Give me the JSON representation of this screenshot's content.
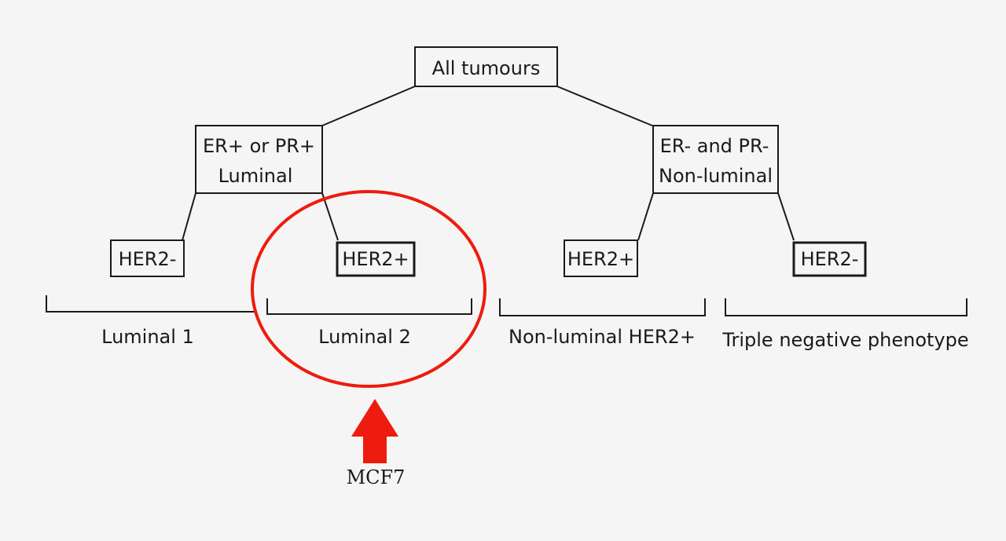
{
  "nodes": {
    "root": "All tumours",
    "left_line1": "ER+ or PR+",
    "left_line2": "Luminal",
    "right_line1": "ER- and PR-",
    "right_line2": "Non-luminal",
    "ll": "HER2-",
    "lr": "HER2+",
    "rl": "HER2+",
    "rr": "HER2-"
  },
  "groups": {
    "g1": "Luminal 1",
    "g2": "Luminal 2",
    "g3": "Non-luminal HER2+",
    "g4": "Triple negative phenotype"
  },
  "annotation": {
    "label": "MCF7"
  },
  "colors": {
    "highlight": "#ee1c0e",
    "line": "#1a1a1a",
    "background": "#f4f5f4"
  }
}
